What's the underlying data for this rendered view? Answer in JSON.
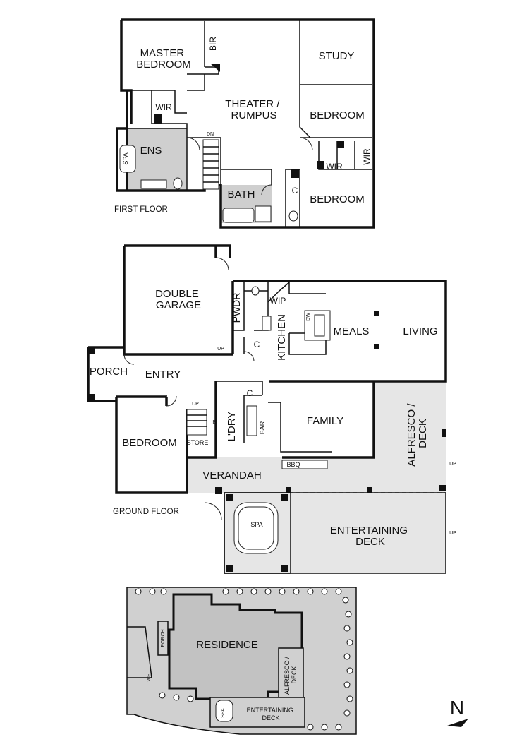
{
  "first_floor": {
    "title": "FIRST FLOOR",
    "rooms": {
      "master_bedroom": [
        "MASTER",
        "BEDROOM"
      ],
      "bir": "BIR",
      "wir_master": "WIR",
      "ens": "ENS",
      "spa": "SPA",
      "dn": "DN",
      "theater": [
        "THEATER /",
        "RUMPUS"
      ],
      "study": "STUDY",
      "bedroom_2": "BEDROOM",
      "wir_2": "WIR",
      "wir_3": "WIR",
      "bath": "BATH",
      "cupboard": "C",
      "bedroom_3": "BEDROOM"
    }
  },
  "ground_floor": {
    "title": "GROUND FLOOR",
    "rooms": {
      "double_garage": [
        "DOUBLE",
        "GARAGE"
      ],
      "pwdr": "PWDR",
      "wip": "WIP",
      "kitchen": "KITCHEN",
      "dw": "DW",
      "meals": "MEALS",
      "living": "LIVING",
      "cupboard_1": "C",
      "cupboard_2": "C",
      "up_1": "UP",
      "porch": "PORCH",
      "entry": "ENTRY",
      "up_stairs": "UP",
      "ib": "IB",
      "ldry": "L'DRY",
      "bar": "BAR",
      "family": "FAMILY",
      "alfresco": [
        "ALFRESCO /",
        "DECK"
      ],
      "up_alfresco": "UP",
      "bedroom": "BEDROOM",
      "store": "STORE",
      "bbq": "BBQ",
      "verandah": "VERANDAH",
      "spa": "SPA",
      "entertaining": [
        "ENTERTAINING",
        "DECK"
      ],
      "up_deck": "UP"
    }
  },
  "site_plan": {
    "residence": "RESIDENCE",
    "porch": "PORCH",
    "wf": "WF",
    "alfresco": [
      "ALFRESCO /",
      "DECK"
    ],
    "spa": "SPA",
    "entertaining": [
      "ENTERTAINING",
      "DECK"
    ]
  },
  "compass": {
    "letter": "N"
  }
}
